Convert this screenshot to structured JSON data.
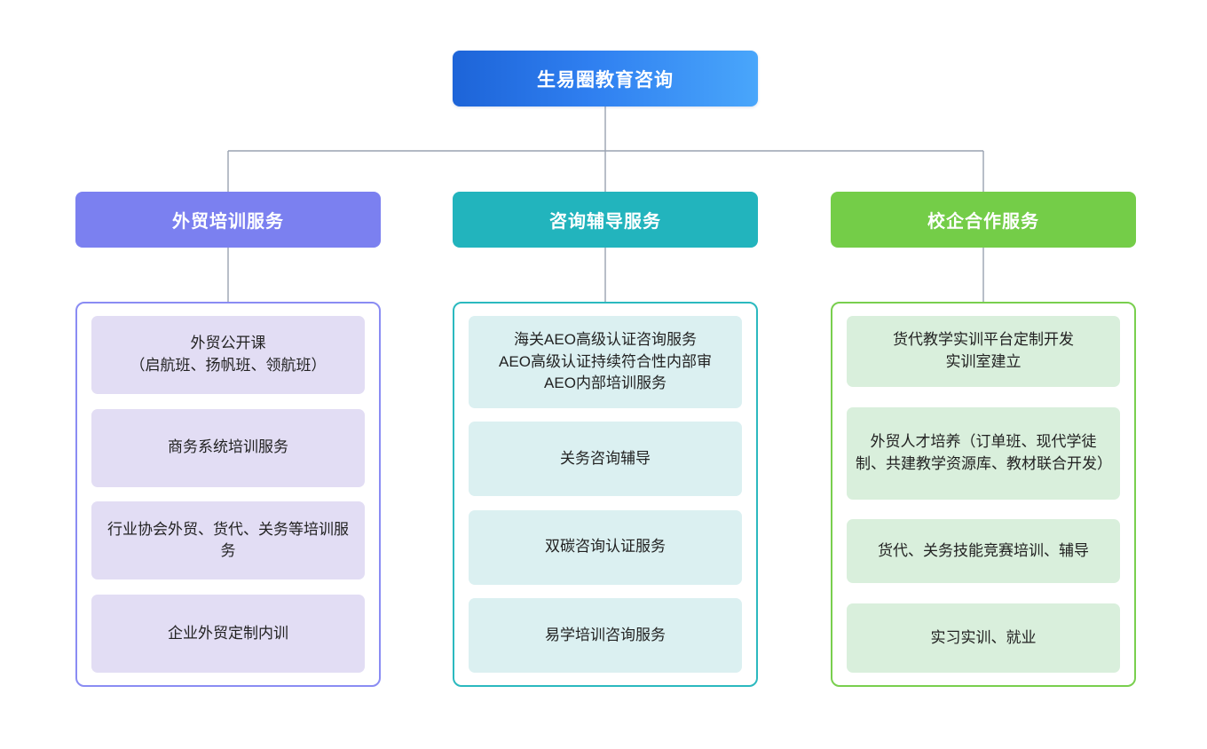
{
  "diagram": {
    "type": "organization-chart",
    "root": {
      "label": "生易圈教育咨询",
      "color": "#2f7ff0"
    },
    "connector_color": "#9aa2b1",
    "branches": [
      {
        "header": "外贸培训服务",
        "header_color": "#7b80f0",
        "box_border_color": "#8a8cf3",
        "item_bg": "#e2ddf4",
        "items": [
          "外贸公开课\n（启航班、扬帆班、领航班）",
          "商务系统培训服务",
          "行业协会外贸、货代、关务等培训服务",
          "企业外贸定制内训"
        ]
      },
      {
        "header": "咨询辅导服务",
        "header_color": "#22b4bd",
        "box_border_color": "#2bb9bf",
        "item_bg": "#dbf0f1",
        "items": [
          "海关AEO高级认证咨询服务\nAEO高级认证持续符合性内部审\nAEO内部培训服务",
          "关务咨询辅导",
          "双碳咨询认证服务",
          "易学培训咨询服务"
        ]
      },
      {
        "header": "校企合作服务",
        "header_color": "#74cd48",
        "box_border_color": "#79cf4e",
        "item_bg": "#d9efdc",
        "items": [
          "货代教学实训平台定制开发\n实训室建立",
          "外贸人才培养（订单班、现代学徒制、共建教学资源库、教材联合开发）",
          "货代、关务技能竞赛培训、辅导",
          "实习实训、就业"
        ]
      }
    ]
  }
}
